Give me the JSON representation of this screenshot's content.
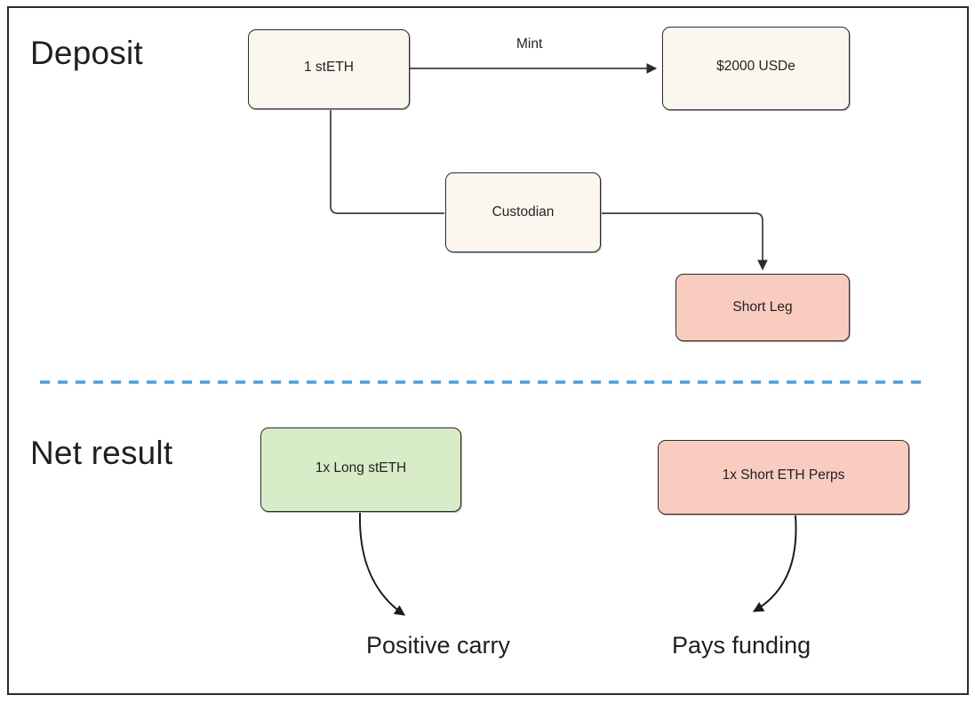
{
  "diagram": {
    "title_deposit": "Deposit",
    "title_net_result": "Net result",
    "colors": {
      "beige_fill": "#fbf7ef",
      "salmon_fill": "#f8cdc0",
      "green_fill": "#d9ecc8",
      "stroke": "#2b2b2b",
      "divider": "#3fa0e8",
      "text": "#232323"
    },
    "nodes": {
      "steth": "1 stETH",
      "usde": "$2000 USDe",
      "custodian": "Custodian",
      "short_leg": "Short Leg",
      "long_steth": "1x Long stETH",
      "short_eth_perps": "1x Short ETH Perps"
    },
    "edge_labels": {
      "mint": "Mint"
    },
    "outcomes": {
      "positive_carry": "Positive carry",
      "pays_funding": "Pays funding"
    },
    "divider": {
      "style": "dashed",
      "color": "#3fa0e8"
    }
  }
}
